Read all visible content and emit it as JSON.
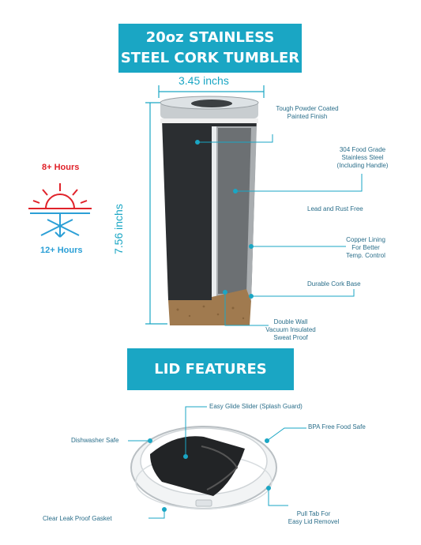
{
  "title_banner": {
    "line1": "20oz STAINLESS",
    "line2": "STEEL CORK TUMBLER"
  },
  "lid_banner": {
    "label": "LID FEATURES"
  },
  "dimensions": {
    "width": "3.45 inchs",
    "height": "7.56 inchs"
  },
  "temperature": {
    "hot": "8+ Hours",
    "cold": "12+ Hours",
    "hot_color": "#e0222a",
    "cold_color": "#2b9fd6"
  },
  "tumbler_callouts": {
    "powder": [
      "Tough Powder Coated",
      "Painted Finish"
    ],
    "steel": [
      "304 Food Grade",
      "Stainless Steel",
      "(Including Handle)"
    ],
    "rust": [
      "Lead and Rust Free"
    ],
    "copper": [
      "Copper Lining",
      "For Better",
      "Temp. Control"
    ],
    "cork": [
      "Durable Cork Base"
    ],
    "wall": [
      "Double Wall",
      "Vacuum Insulated",
      "Sweat Proof"
    ]
  },
  "lid_callouts": {
    "slider": [
      "Easy Glide Slider (Splash Guard)"
    ],
    "dishwasher": [
      "Dishwasher Safe"
    ],
    "bpa": [
      "BPA Free Food Safe"
    ],
    "gasket": [
      "Clear Leak Proof Gasket"
    ],
    "pulltab": [
      "Pull Tab For",
      "Easy Lid Removel"
    ]
  },
  "colors": {
    "accent": "#1aa6c4",
    "tumbler": "#2b2e31",
    "cork": "#a07a4f"
  }
}
